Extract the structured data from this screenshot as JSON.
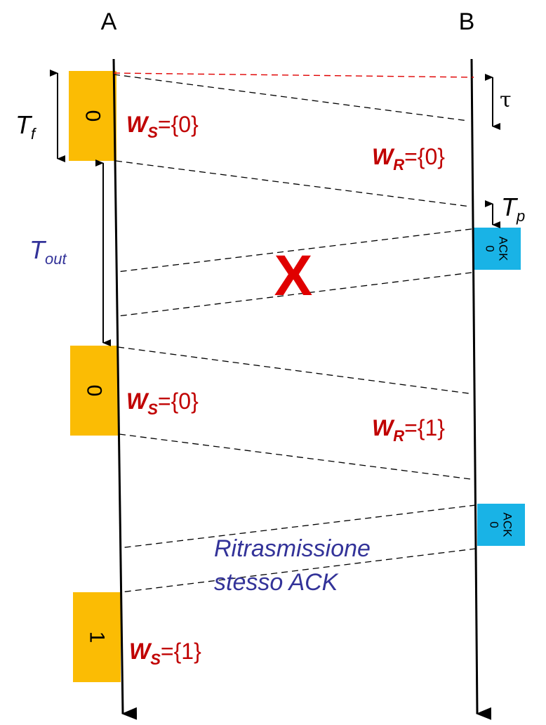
{
  "nodes": {
    "a_label": "A",
    "b_label": "B"
  },
  "frames": [
    {
      "number": "0"
    },
    {
      "number": "0"
    },
    {
      "number": "1"
    }
  ],
  "acks": [
    {
      "label": "ACK",
      "number": "0"
    },
    {
      "label": "ACK",
      "number": "0"
    }
  ],
  "windows": {
    "sender_1": {
      "symbol": "W",
      "sub": "S",
      "value": "={0}"
    },
    "receiver_1": {
      "symbol": "W",
      "sub": "R",
      "value": "={0}"
    },
    "sender_2": {
      "symbol": "W",
      "sub": "S",
      "value": "={0}"
    },
    "receiver_2": {
      "symbol": "W",
      "sub": "R",
      "value": "={1}"
    },
    "sender_3": {
      "symbol": "W",
      "sub": "S",
      "value": "={1}"
    }
  },
  "timings": {
    "tf": {
      "main": "T",
      "sub": "f"
    },
    "tau": "τ",
    "tp": {
      "main": "T",
      "sub": "p"
    },
    "tout": {
      "main": "T",
      "sub": "out"
    }
  },
  "loss_marker": "X",
  "note": {
    "line1": "Ritrasmissione",
    "line2": "stesso ACK"
  },
  "colors": {
    "frame_fill": "#FBBC04",
    "ack_fill": "#19B3E6",
    "window_text": "#C00000",
    "tout_text": "#333399",
    "note_text": "#333399",
    "loss_marker": "#E00000",
    "first_frame_dash": "#E00000"
  }
}
